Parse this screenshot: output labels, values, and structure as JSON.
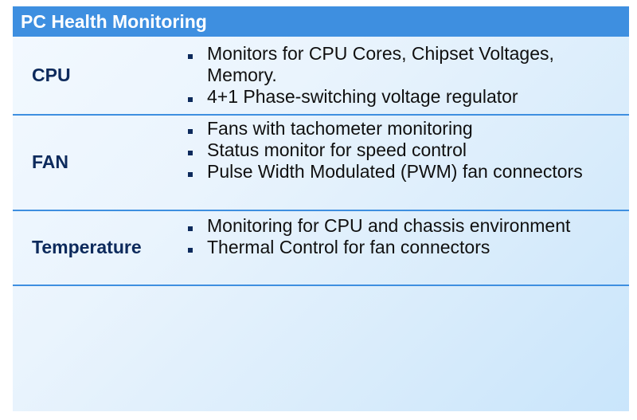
{
  "header": {
    "title": "PC Health Monitoring"
  },
  "rows": [
    {
      "label": "CPU",
      "bullets": [
        "Monitors for CPU Cores, Chipset Voltages, Memory.",
        "4+1 Phase-switching voltage regulator"
      ]
    },
    {
      "label": "FAN",
      "bullets": [
        "Fans with tachometer monitoring",
        "Status monitor for speed control",
        "Pulse Width Modulated (PWM) fan connectors"
      ]
    },
    {
      "label": "Temperature",
      "bullets": [
        "Monitoring for CPU and chassis environment",
        "Thermal Control for fan connectors"
      ]
    }
  ]
}
